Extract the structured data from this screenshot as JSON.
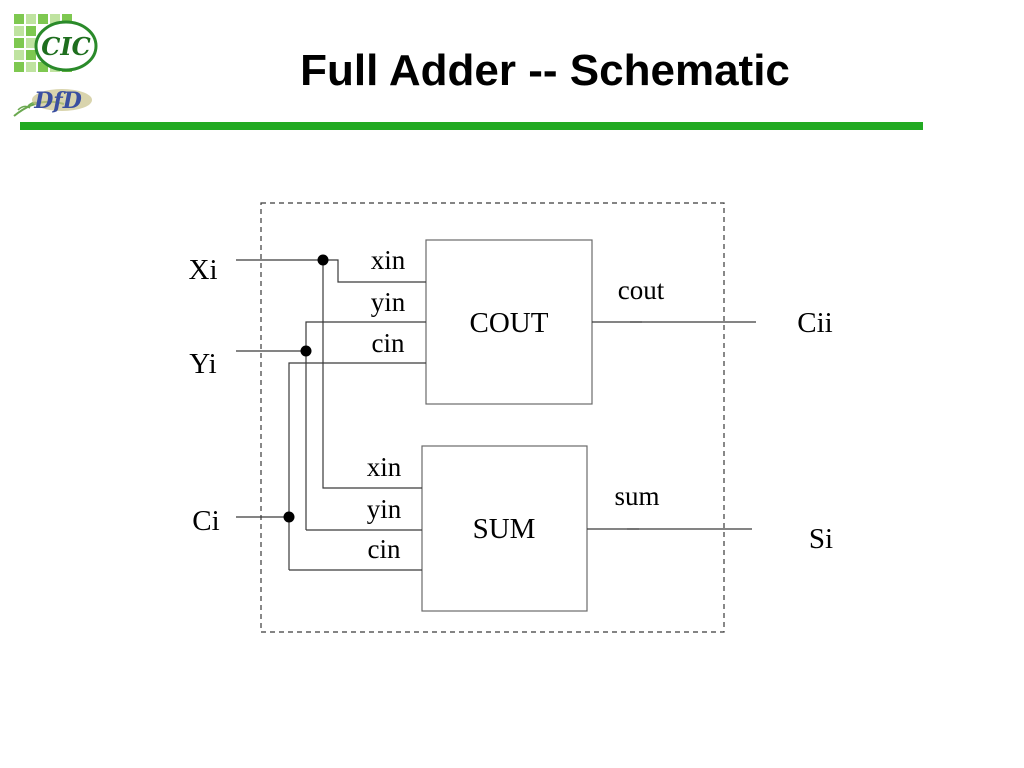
{
  "slide": {
    "title": "Full Adder -- Schematic",
    "accent_color": "#22aa22",
    "logo": {
      "cic_text": "CIC",
      "dfd_text": "DfD",
      "grid_colors": [
        "#7ec850",
        "#bfe3a0"
      ],
      "ring_color": "#2a8a2a"
    }
  },
  "schematic": {
    "inputs": {
      "x": "Xi",
      "y": "Yi",
      "c": "Ci"
    },
    "outputs": {
      "carry": "Cii",
      "sum": "Si"
    },
    "blocks": {
      "cout": {
        "name": "COUT",
        "ports": [
          "xin",
          "yin",
          "cin"
        ],
        "output_port": "cout"
      },
      "sum": {
        "name": "SUM",
        "ports": [
          "xin",
          "yin",
          "cin"
        ],
        "output_port": "sum"
      }
    }
  }
}
